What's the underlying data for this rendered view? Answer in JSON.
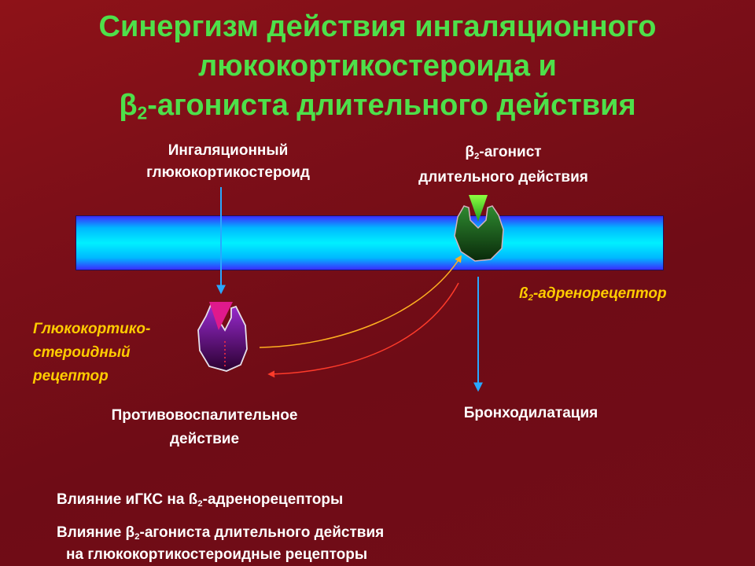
{
  "title": {
    "line1": "Синергизм действия ингаляционного",
    "line2": "люкокортикостероида и",
    "line3_prefix": "β",
    "line3_sub": "2",
    "line3_rest": "-агониста длительного действия"
  },
  "labels": {
    "igcs_line1": "Ингаляционный",
    "igcs_line2": "глюкокортикостероид",
    "laba_prefix": "β",
    "laba_sub": "2",
    "laba_rest": "-агонист",
    "laba_line2": "длительного действия",
    "adrenoreceptor_prefix": "ß",
    "adrenoreceptor_sub": "2",
    "adrenoreceptor_rest": "-адренорецептор",
    "gcr_line1": "Глюкокортико-",
    "gcr_line2": "стероидный",
    "gcr_line3": "рецептор",
    "anti_inflammatory_line1": "Противовоспалительное",
    "anti_inflammatory_line2": "действие",
    "bronchodilation": "Бронходилатация"
  },
  "notes": {
    "note1_prefix": "Влияние иГКС на ß",
    "note1_sub": "2",
    "note1_rest": "-адренорецепторы",
    "note2_prefix": "Влияние β",
    "note2_sub": "2",
    "note2_rest": "-агониста  длительного действия",
    "note2_line2": "на глюкокортикостероидные рецепторы"
  },
  "colors": {
    "title": "#4ee04a",
    "label": "#ffffff",
    "receptor_label": "#ffcc00",
    "arrow_blue": "#29a8ff",
    "arrow_orange": "#ffb020",
    "arrow_red": "#ff3b2a"
  }
}
